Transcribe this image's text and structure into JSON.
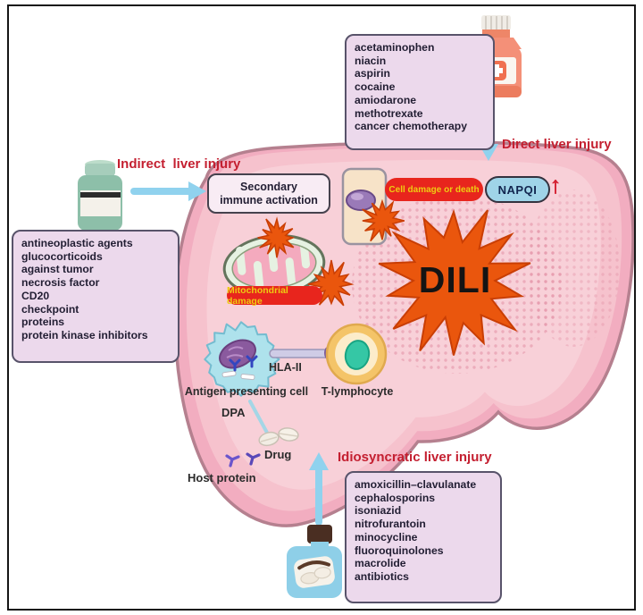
{
  "figure": {
    "type": "medical-diagram",
    "subject": "DILI (drug-induced liver injury) mechanisms"
  },
  "annotations": {
    "indirect_heading": "Indirect  liver injury",
    "direct_heading": "Direct liver injury",
    "idiosyncratic_heading": "Idiosyncratic liver injury",
    "secondary_line1": "Secondary",
    "secondary_line2": "immune activation",
    "cell_damage": "Cell damage or death",
    "mitochondrial_damage": "Mitochondrial damage",
    "napqi": "NAPQI",
    "napqi_arrow": "↑",
    "dili": "DILI",
    "hla": "HLA-II",
    "apc": "Antigen presenting cell",
    "t_lymphocyte": "T-lymphocyte",
    "dpa": "DPA",
    "drug": "Drug",
    "host_protein": "Host protein"
  },
  "drug_boxes": {
    "direct": {
      "items": [
        "acetaminophen",
        "niacin",
        "aspirin",
        "cocaine",
        "amiodarone",
        "methotrexate",
        "cancer chemotherapy"
      ]
    },
    "indirect": {
      "items": [
        "antineoplastic agents",
        "glucocorticoids",
        "against tumor",
        "necrosis factor",
        "CD20",
        "checkpoint",
        "proteins",
        "protein kinase inhibitors"
      ]
    },
    "idiosyncratic": {
      "items": [
        "amoxicillin–clavulanate",
        "cephalosporins",
        "isoniazid",
        "nitrofurantoin",
        "minocycline",
        "fluoroquinolones",
        "macrolide",
        "antibiotics"
      ]
    }
  },
  "icons": {
    "direct_bottle": "orange-medicine-bottle",
    "indirect_bottle": "green-pill-bottle",
    "idiosyncratic_bottle": "blue-medicine-bottle"
  },
  "colors": {
    "liver_outer": "#f2adc0",
    "liver_mid": "#f6c2cd",
    "liver_inner": "#f8d0d8",
    "box_fill": "#ecd9ec",
    "box_border": "#58536a",
    "heading_red": "#c41f30",
    "arrow_blue": "#90d2ee",
    "star_orange": "#ea560d",
    "label_red": "#e8251d",
    "label_yellow": "#eecb12",
    "napqi_fill": "#9fd4e8"
  }
}
